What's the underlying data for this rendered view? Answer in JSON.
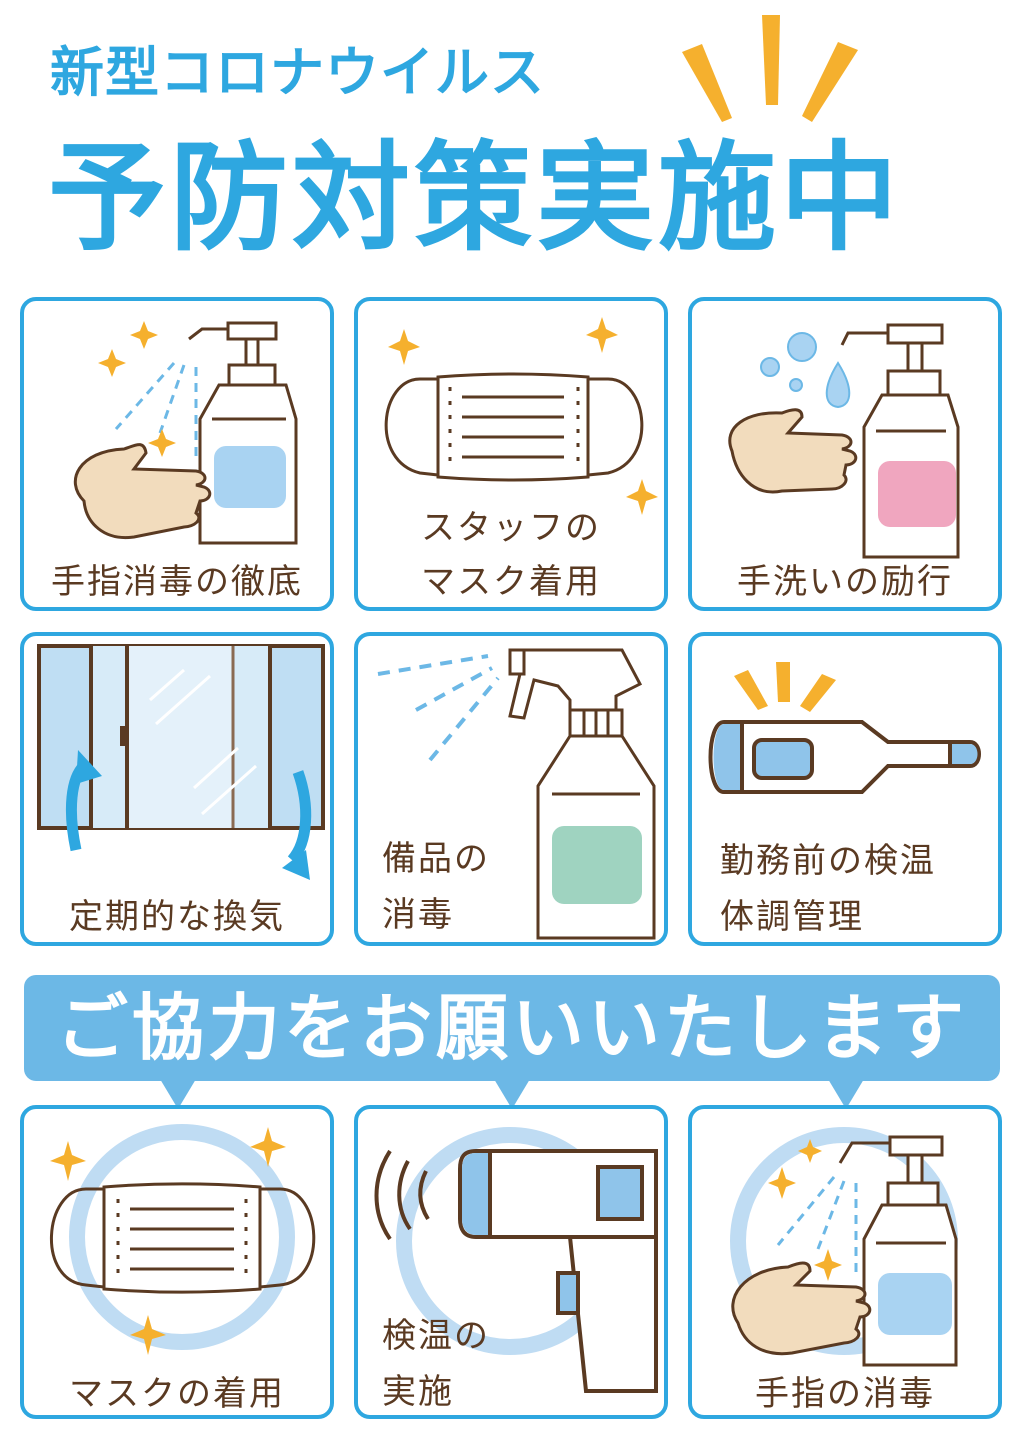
{
  "header": {
    "subtitle": "新型コロナウイルス",
    "headline": "予防対策実施中"
  },
  "colors": {
    "brand_blue": "#2ea7e0",
    "banner_blue": "#6cb8e6",
    "accent_yellow": "#f5b02e",
    "line_brown": "#5a3a22",
    "label_blue": "#a9d3f2",
    "label_pink": "#f0a6bf",
    "label_green": "#9fd3c0",
    "skin": "#f2dcbd"
  },
  "measures": [
    {
      "id": "hand-sanitizing",
      "label": "手指消毒の徹底",
      "icon": "sanitizer-pump-icon"
    },
    {
      "id": "staff-mask",
      "label_lines": [
        "スタッフの",
        "マスク着用"
      ],
      "icon": "mask-icon"
    },
    {
      "id": "handwashing",
      "label": "手洗いの励行",
      "icon": "soap-pump-icon"
    },
    {
      "id": "ventilation",
      "label": "定期的な換気",
      "icon": "window-icon"
    },
    {
      "id": "equipment-disinfection",
      "label_lines": [
        "備品の",
        "消毒"
      ],
      "icon": "spray-bottle-icon"
    },
    {
      "id": "temperature-check",
      "label_lines": [
        "勤務前の検温",
        "体調管理"
      ],
      "icon": "thermometer-icon"
    }
  ],
  "banner": {
    "text": "ご協力をお願いいたします"
  },
  "requests": [
    {
      "id": "wear-mask",
      "label": "マスクの着用",
      "icon": "mask-icon"
    },
    {
      "id": "temp-check",
      "label_lines": [
        "検温の",
        "実施"
      ],
      "icon": "infrared-thermometer-icon"
    },
    {
      "id": "hand-disinfect",
      "label": "手指の消毒",
      "icon": "sanitizer-pump-icon"
    }
  ]
}
